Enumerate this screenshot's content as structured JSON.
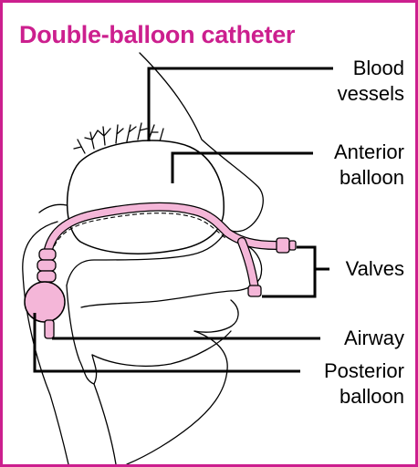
{
  "title": "Double-balloon catheter",
  "colors": {
    "accent": "#cc1f8e",
    "catheter_fill": "#f4b6d8",
    "line": "#000000"
  },
  "labels": {
    "blood_vessels": [
      "Blood",
      "vessels"
    ],
    "anterior_balloon": [
      "Anterior",
      "balloon"
    ],
    "valves": "Valves",
    "airway": "Airway",
    "posterior_balloon": [
      "Posterior",
      "balloon"
    ]
  }
}
